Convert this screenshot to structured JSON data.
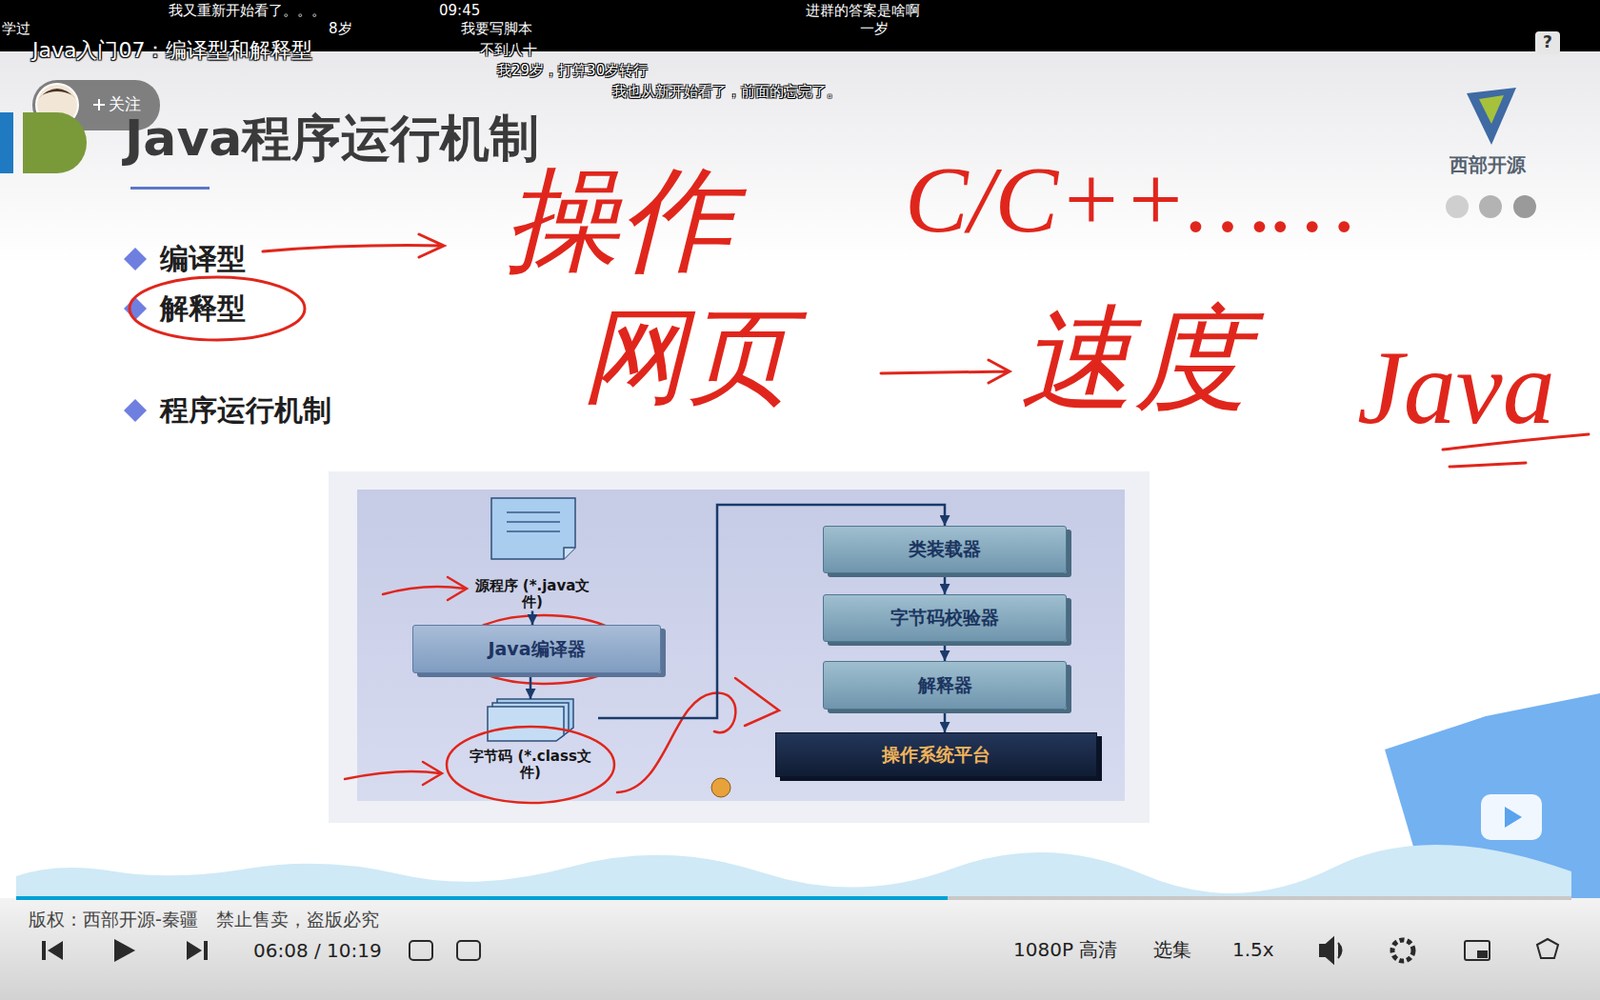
{
  "diagram": {
    "title": "Java程序运行机制",
    "nodes": [
      {
        "text": [
          "源程序 (*.java文件)"
        ]
      },
      {
        "text": [
          "Java编译器"
        ]
      },
      {
        "text": [
          "字节码 (*.class文件)"
        ]
      },
      {
        "text": [
          "类装载器"
        ]
      },
      {
        "text": [
          "字节码校验器"
        ]
      },
      {
        "text": [
          "解释器"
        ]
      },
      {
        "text": [
          "操作系统平台"
        ]
      }
    ],
    "edges": [
      {
        "from": 0,
        "to": 1,
        "arrow": "to"
      },
      {
        "from": 1,
        "to": 2,
        "arrow": "to"
      },
      {
        "from": 2,
        "to": 3,
        "arrow": "to"
      },
      {
        "from": 3,
        "to": 4,
        "arrow": "to"
      },
      {
        "from": 4,
        "to": 5,
        "arrow": "to"
      },
      {
        "from": 5,
        "to": 6,
        "arrow": "to"
      }
    ],
    "labels": [
      "我又重新开始看了。。。",
      "09:45",
      "进群的答案是啥啊",
      "学过",
      "8岁",
      "我要写脚本",
      "一岁",
      "不到八十",
      "我29岁，打算30岁转行",
      "我也从新开始看了，前面的忘完了。",
      "Java入门07：编译型和解释型",
      "关注",
      "?",
      "西部开源",
      "编译型",
      "解释型",
      "程序运行机制",
      "操作",
      "C/C++……",
      "网页",
      "速度",
      "Java",
      "版权：西部开源-秦疆　禁止售卖，盗版必究",
      "06:08 / 10:19",
      "1080P 高清",
      "选集",
      "1.5x"
    ]
  }
}
